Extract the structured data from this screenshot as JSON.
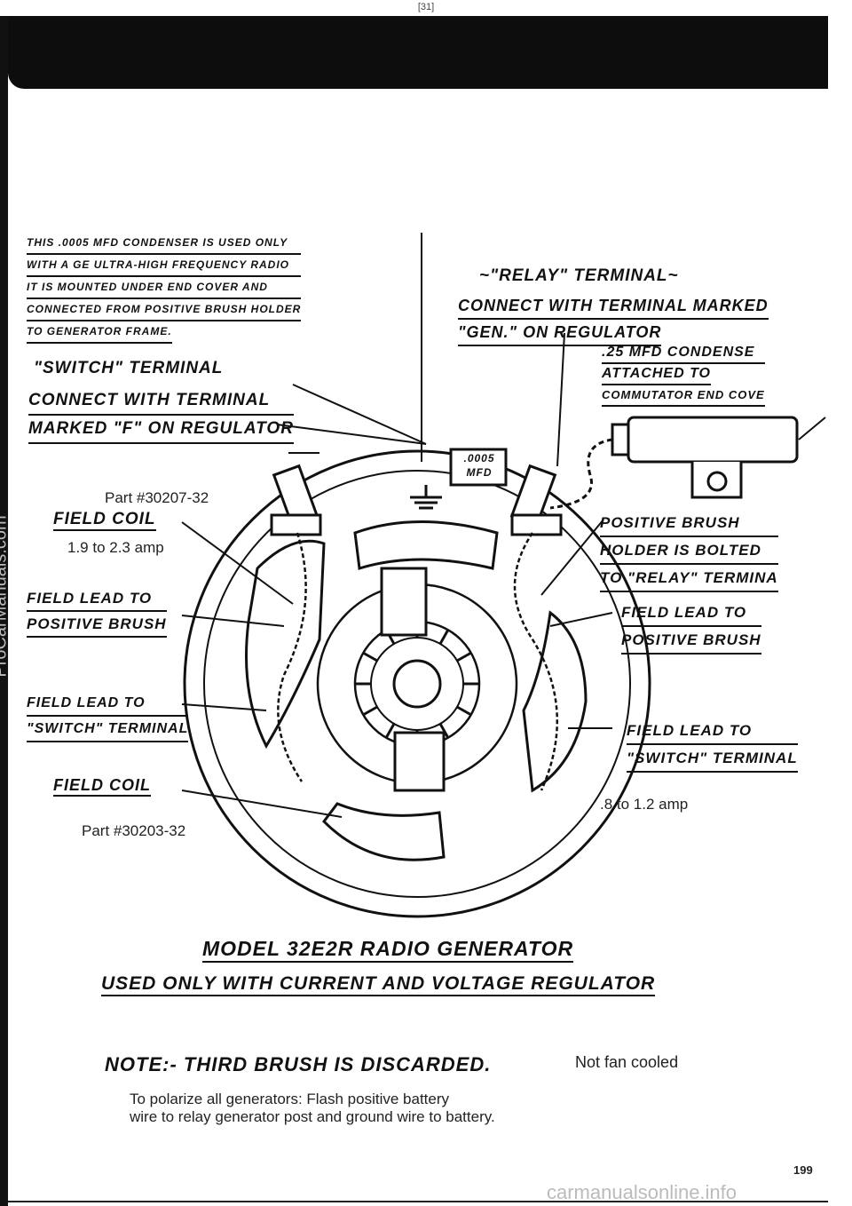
{
  "page_ref": "[31]",
  "page_number": "199",
  "watermarks": {
    "side": "ProCarManuals.com",
    "bottom": "carmanualsonline.info"
  },
  "labels": {
    "condenser_note": [
      "THIS .0005 MFD CONDENSER IS USED ONLY",
      "WITH A GE ULTRA-HIGH FREQUENCY RADIO",
      "IT IS MOUNTED UNDER END COVER AND",
      "CONNECTED FROM POSITIVE BRUSH HOLDER",
      "TO GENERATOR FRAME."
    ],
    "relay_title": "~\"RELAY\" TERMINAL~",
    "relay_lines": [
      "CONNECT WITH TERMINAL MARKED",
      "\"GEN.\" ON REGULATOR"
    ],
    "switch_title": "\"SWITCH\" TERMINAL",
    "switch_lines": [
      "CONNECT WITH TERMINAL",
      "MARKED \"F\" ON REGULATOR"
    ],
    "cond25_lines": [
      ".25 MFD CONDENSE",
      "ATTACHED TO",
      "COMMUTATOR END COVE"
    ],
    "mfd_box": [
      ".0005",
      "MFD"
    ],
    "part_top": "Part #30207-32",
    "field_coil_top": "FIELD COIL",
    "amp_top": "1.9 to 2.3 amp",
    "lead_pos_left": [
      "FIELD LEAD TO",
      "POSITIVE BRUSH"
    ],
    "lead_switch_left": [
      "FIELD LEAD TO",
      "\"SWITCH\" TERMINAL"
    ],
    "field_coil_bottom": "FIELD COIL",
    "part_bottom": "Part #30203-32",
    "brush_holder_lines": [
      "POSITIVE BRUSH",
      "HOLDER IS BOLTED",
      "TO \"RELAY\" TERMINA"
    ],
    "lead_pos_right": [
      "FIELD LEAD TO",
      "POSITIVE BRUSH"
    ],
    "lead_switch_right": [
      "FIELD LEAD TO",
      "\"SWITCH\" TERMINAL"
    ],
    "amp_bottom": ".8 to 1.2 amp",
    "model_line1": "MODEL 32E2R RADIO GENERATOR",
    "model_line2": "USED ONLY WITH CURRENT AND VOLTAGE REGULATOR",
    "note_hand": "NOTE:- THIRD BRUSH IS DISCARDED.",
    "note_print": "Not fan cooled",
    "polarize_lines": [
      "To polarize all generators: Flash positive battery",
      "wire to relay generator post and ground wire to battery."
    ]
  }
}
